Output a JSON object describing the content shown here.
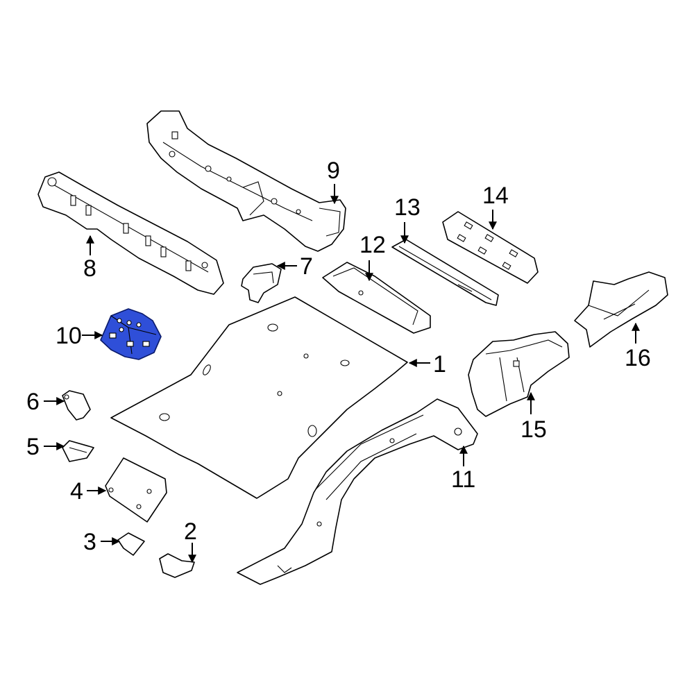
{
  "accent_color": "#2f4fd8",
  "highlighted_part": "10",
  "callouts": [
    {
      "id": "1",
      "label": "1"
    },
    {
      "id": "2",
      "label": "2"
    },
    {
      "id": "3",
      "label": "3"
    },
    {
      "id": "4",
      "label": "4"
    },
    {
      "id": "5",
      "label": "5"
    },
    {
      "id": "6",
      "label": "6"
    },
    {
      "id": "7",
      "label": "7"
    },
    {
      "id": "8",
      "label": "8"
    },
    {
      "id": "9",
      "label": "9"
    },
    {
      "id": "10",
      "label": "10"
    },
    {
      "id": "11",
      "label": "11"
    },
    {
      "id": "12",
      "label": "12"
    },
    {
      "id": "13",
      "label": "13"
    },
    {
      "id": "14",
      "label": "14"
    },
    {
      "id": "15",
      "label": "15"
    },
    {
      "id": "16",
      "label": "16"
    }
  ]
}
